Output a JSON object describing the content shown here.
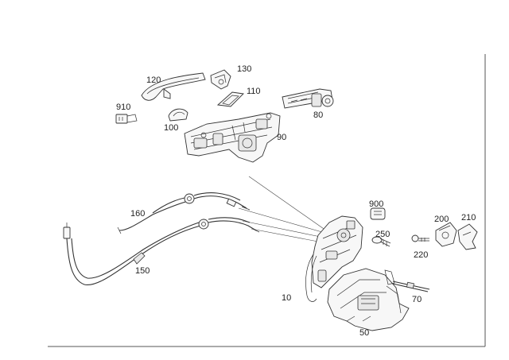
{
  "diagram": {
    "labels": {
      "p10": "10",
      "p50": "50",
      "p70": "70",
      "p80": "80",
      "p90": "90",
      "p100": "100",
      "p110": "110",
      "p120": "120",
      "p130": "130",
      "p150": "150",
      "p160": "160",
      "p200": "200",
      "p210": "210",
      "p220": "220",
      "p250": "250",
      "p900": "900",
      "p910": "910"
    }
  }
}
